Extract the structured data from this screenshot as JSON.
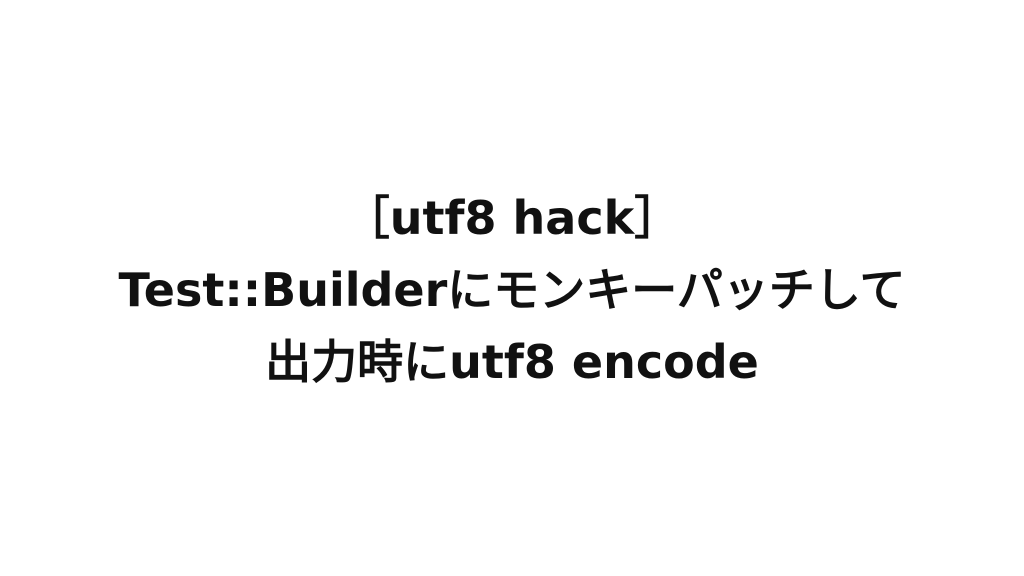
{
  "slide": {
    "lines": [
      "［utf8 hack］",
      "Test::Builderにモンキーパッチして",
      "出力時にutf8 encode"
    ],
    "background_color": "#ffffff",
    "text_color": "#111111"
  }
}
